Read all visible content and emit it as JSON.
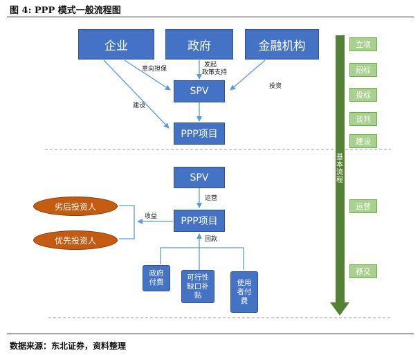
{
  "title": "图  4:  PPP 模式一般流程图",
  "source": "数据来源：东北证券，资料整理",
  "colors": {
    "box": "#4472c4",
    "box_border": "#2f528f",
    "ellipse": "#c55a11",
    "stage": "#a9d18e",
    "arrow_green": "#548235",
    "line": "#5b9bd5"
  },
  "top_nodes": {
    "enterprise": "企业",
    "government": "政府",
    "finance": "金融机构"
  },
  "spv_top": "SPV",
  "ppp_top": "PPP项目",
  "spv_bottom": "SPV",
  "ppp_bottom": "PPP项目",
  "investors": {
    "subordinate": "劣后投资人",
    "priority": "优先投资人"
  },
  "payments": {
    "gov_pay": "政府付费",
    "viability_gap": "可行性缺口补贴",
    "user_pay": "使用者付费"
  },
  "labels": {
    "guarantee": "意向担保",
    "initiate": "发起",
    "policy": "政策支持",
    "invest": "投资",
    "build": "建设",
    "operate": "运营",
    "return": "收益",
    "payback": "回款"
  },
  "process_label": "基本流程",
  "stages": [
    "立项",
    "招标",
    "投标",
    "谈判",
    "建设",
    "运营",
    "移交"
  ]
}
